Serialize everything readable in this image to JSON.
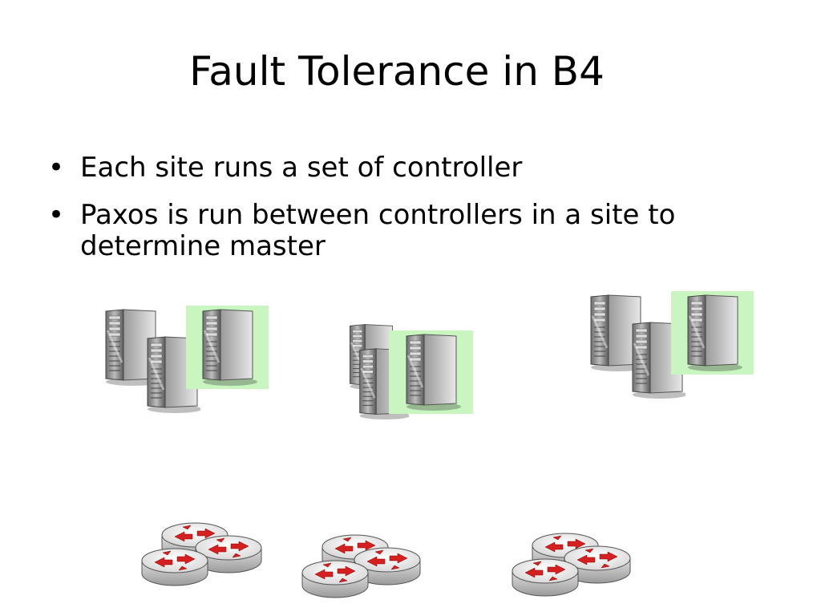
{
  "slide": {
    "title": "Fault Tolerance in B4",
    "bullets": [
      "Each site runs a set of controller",
      "Paxos is run between controllers in a site to determine master"
    ],
    "bullet_glyph": "•"
  },
  "colors": {
    "master_highlight": "#c8f5c0",
    "server_body": "#8a8a8a",
    "router_arrow": "#d42020"
  },
  "icons": {
    "server": "server-icon",
    "router": "router-icon"
  }
}
